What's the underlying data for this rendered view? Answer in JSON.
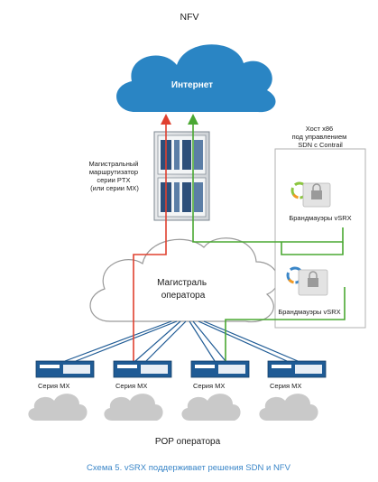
{
  "diagram": {
    "title": "NFV",
    "internet_label": "Интернет",
    "core_router_label": [
      "Магистральный",
      "маршрутизатор",
      "серии PTX",
      "(или серии MX)"
    ],
    "operator_backbone_label": [
      "Магистраль",
      "оператора"
    ],
    "x86_host_label": [
      "Хост x86",
      "под управлением",
      "SDN с Contrail"
    ],
    "firewalls": [
      {
        "label": "Брандмауэры vSRX"
      },
      {
        "label": "Брандмауэры vSRX"
      }
    ],
    "mx_routers": [
      {
        "label": "Серия MX"
      },
      {
        "label": "Серия MX"
      },
      {
        "label": "Серия MX"
      },
      {
        "label": "Серия MX"
      }
    ],
    "pop_label": "POP оператора",
    "caption": "Схема 5. vSRX поддерживает решения SDN и NFV"
  },
  "colors": {
    "internet_cloud": "#2a85c4",
    "backbone_cloud_stroke": "#9a9a9a",
    "pop_cloud": "#c9c9c9",
    "path_red": "#e0402f",
    "path_green": "#4aa832",
    "router_blue": "#1f5b95",
    "caption": "#3a86c8"
  }
}
